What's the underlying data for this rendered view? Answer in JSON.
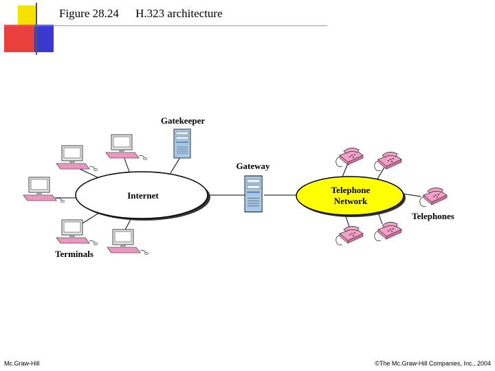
{
  "slide": {
    "figure_label": "Figure 28.24",
    "figure_title": "H.323 architecture",
    "footer_left": "Mc.Graw-Hill",
    "footer_right": "©The Mc.Graw-Hill Companies, Inc., 2004"
  },
  "diagram": {
    "cloud_label": "Internet",
    "network_label_line1": "Telephone",
    "network_label_line2": "Network",
    "gatekeeper_label": "Gatekeeper",
    "gateway_label": "Gateway",
    "terminals_label": "Terminals",
    "telephones_label": "Telephones"
  },
  "colors": {
    "deco_yellow": "#f5e100",
    "deco_red": "#e8403c",
    "deco_blue": "#2424c8",
    "network_fill": "#ffff00",
    "terminal_pink": "#f4a0c8",
    "server_blue": "#a8c8e8"
  }
}
